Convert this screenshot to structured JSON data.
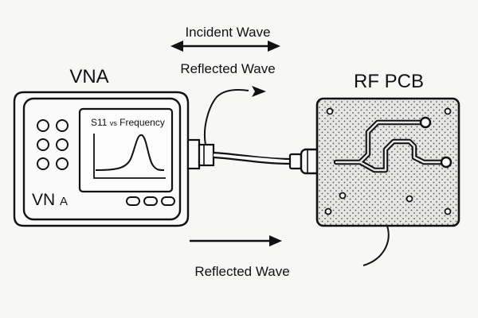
{
  "labels": {
    "incident_top": "Incident Wave",
    "reflected_top": "Reflected Wave",
    "reflected_bottom": "Reflected Wave",
    "vna_title": "VNA",
    "vna_logo_main": "VN",
    "vna_logo_small": "A",
    "screen_title_main": "S11",
    "screen_title_vs": "vs",
    "screen_title_rest": "Frequency",
    "pcb_title": "RF PCB"
  },
  "colors": {
    "ink": "#111111",
    "paper": "#f7f7f5",
    "pcb_fill": "#e4e4e2",
    "device_fill": "#fafafa"
  },
  "icons": {
    "double_arrow": "left-right-arrow",
    "right_arrow": "right-arrow"
  }
}
